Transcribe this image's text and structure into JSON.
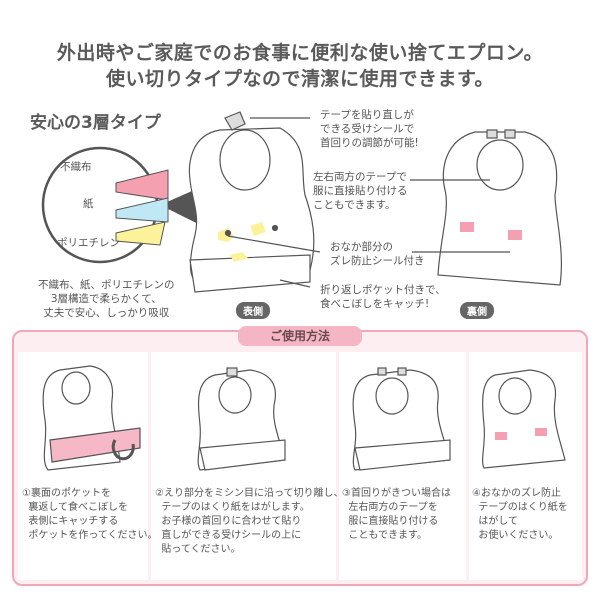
{
  "headline": {
    "line1": "外出時やご家庭でのお食事に便利な使い捨てエプロン。",
    "line2": "使い切りタイプなので清潔に使用できます。"
  },
  "layers": {
    "title": "安心の3層タイプ",
    "labels": [
      "不織布",
      "紙",
      "ポリエチレン"
    ],
    "description": "不織布、紙、ポリエチレンの\n3層構造で柔らかくて、\n丈夫で安心、しっかり吸収",
    "colors": [
      "#f4a0b0",
      "#bfe8f4",
      "#fbf29a"
    ]
  },
  "front": {
    "tag": "表側",
    "callouts": [
      "テープを貼り直しが\nできる受けシールで\n首回りの調節が可能!",
      "おなか部分の\nズレ防止シール付き",
      "折り返しポケット付きで、\n食べこぼしをキャッチ!"
    ]
  },
  "back": {
    "tag": "裏側",
    "callouts": [
      "左右両方のテープで\n服に直接貼り付ける\nこともできます。"
    ]
  },
  "usage": {
    "title": "ご使用方法",
    "steps": [
      "①裏面のポケットを\n  裏返して食べこぼしを\n  表側にキャッチする\n  ポケットを作ってください。",
      "②えり部分をミシン目に沿って切り離し、\n  テープのはくり紙をはがします。\n  お子様の首回りに合わせて貼り\n  直しができる受けシールの上に\n  貼ってください。",
      "③首回りがきつい場合は\n  左右両方のテープを\n  服に直接貼り付ける\n  こともできます。",
      "④おなかのズレ防止\n  テープのはくり紙を\n  はがして\n  お使いください。"
    ]
  },
  "accent": "#f0a8b8"
}
